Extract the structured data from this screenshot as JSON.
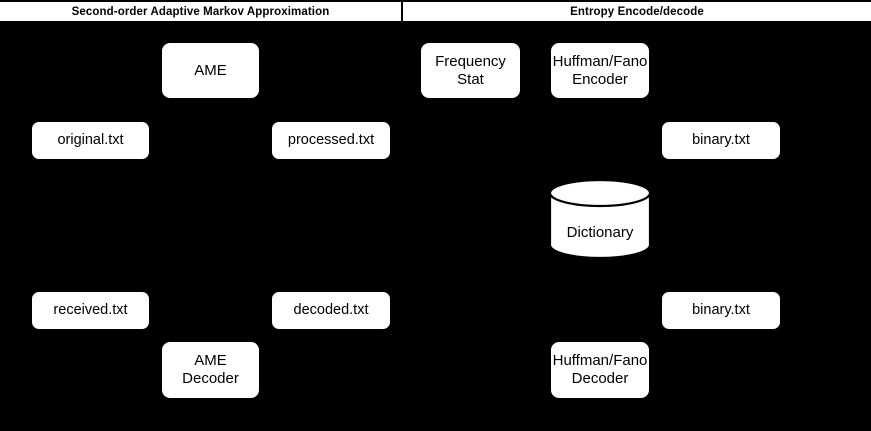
{
  "diagram": {
    "background_color": "#000000",
    "node_fill": "#ffffff",
    "node_stroke": "#000000",
    "header": {
      "left_label": "Second-order Adaptive Markov Approximation",
      "right_label": "Entropy Encode/decode"
    },
    "nodes": {
      "ame": "AME",
      "original_txt": "original.txt",
      "processed_txt": "processed.txt",
      "frequency_stat": "Frequency\nStat",
      "huffman_fano_encoder": "Huffman/Fano\nEncoder",
      "binary_txt_top": "binary.txt",
      "dictionary": "Dictionary",
      "received_txt": "received.txt",
      "decoded_txt": "decoded.txt",
      "ame_decoder": "AME\nDecoder",
      "huffman_fano_decoder": "Huffman/Fano\nDecoder",
      "binary_txt_bottom": "binary.txt"
    }
  }
}
